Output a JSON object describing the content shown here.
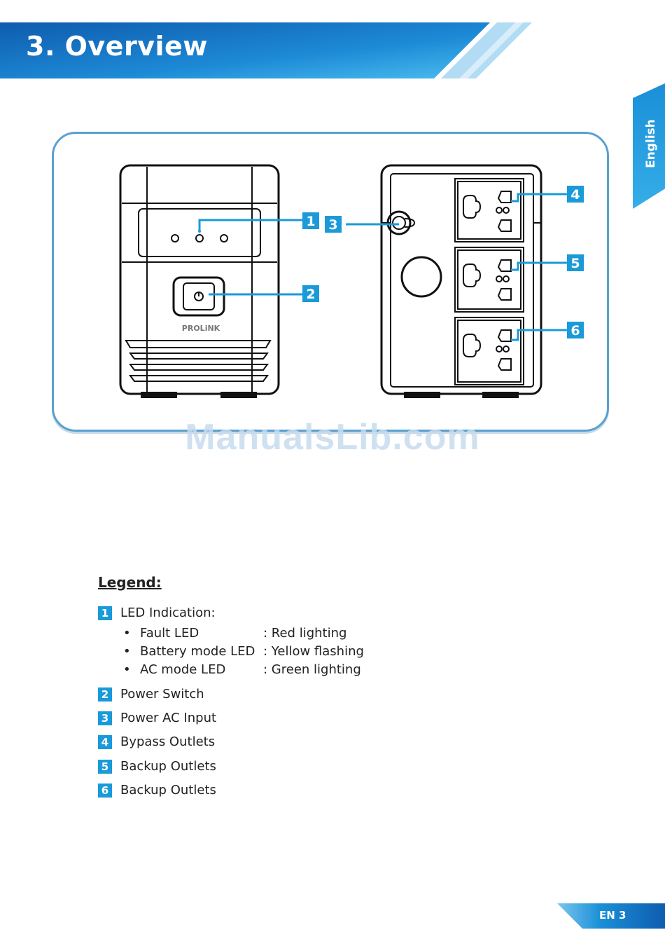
{
  "header": {
    "title": "3. Overview"
  },
  "side_tab": {
    "label": "English"
  },
  "figure": {
    "brand": "PROLiNK",
    "callouts": [
      "1",
      "2",
      "3",
      "4",
      "5",
      "6"
    ]
  },
  "watermark": "ManualsLib.com",
  "legend": {
    "title": "Legend:",
    "led": {
      "number": "1",
      "label": "LED Indication:",
      "items": [
        {
          "name": "Fault LED",
          "value": ": Red lighting"
        },
        {
          "name": "Battery mode LED",
          "value": ": Yellow flashing"
        },
        {
          "name": "AC mode LED",
          "value": ": Green lighting"
        }
      ]
    },
    "items": [
      {
        "number": "2",
        "label": "Power Switch"
      },
      {
        "number": "3",
        "label": "Power AC Input"
      },
      {
        "number": "4",
        "label": "Bypass Outlets"
      },
      {
        "number": "5",
        "label": "Backup Outlets"
      },
      {
        "number": "6",
        "label": "Backup Outlets"
      }
    ]
  },
  "footer": {
    "page": "EN 3"
  },
  "colors": {
    "accent": "#1a9ad9",
    "frame": "#5aa1cf",
    "header_dark": "#1565b4",
    "header_light": "#3fb4ea"
  }
}
